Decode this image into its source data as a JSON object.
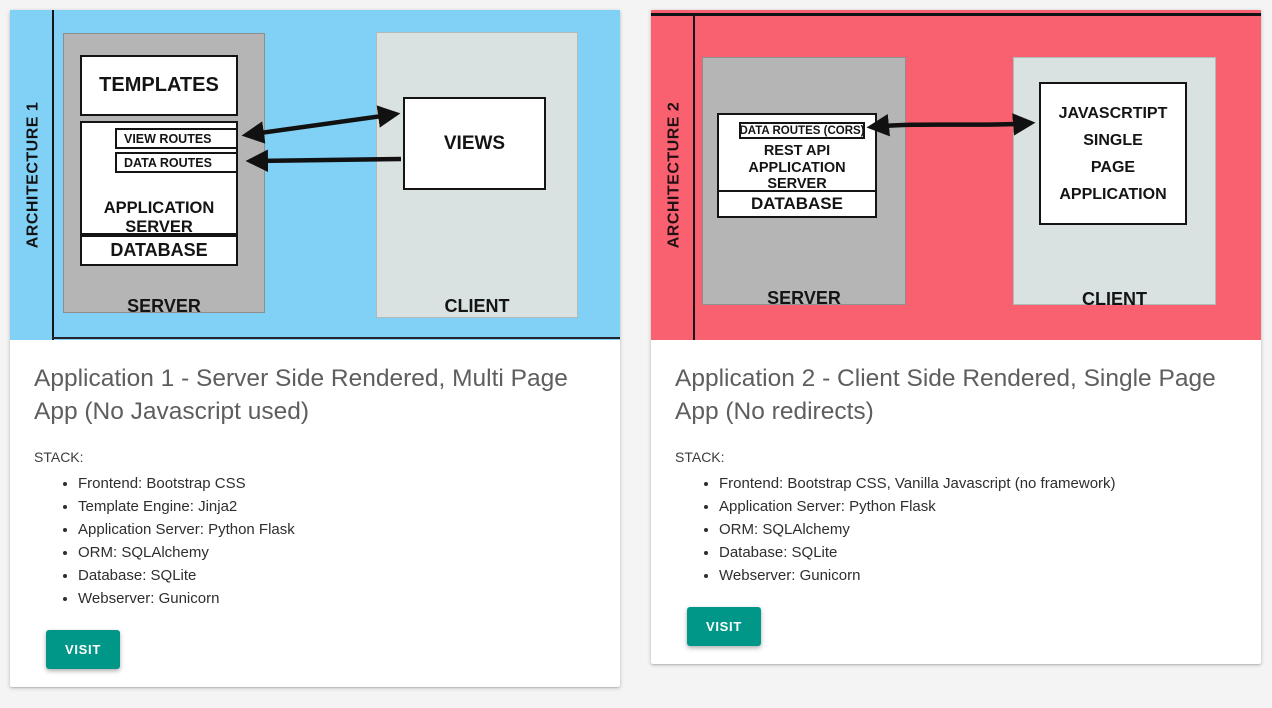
{
  "colors": {
    "page_bg": "#f4f4f4",
    "card_bg": "#ffffff",
    "diagram1_bg": "#80d1f5",
    "diagram2_bg": "#fa6170",
    "server_box_bg": "#b5b5b5",
    "client_box_bg": "#d9e2e0",
    "visit_button_bg": "#009688",
    "title_text": "#5e5e5e"
  },
  "cards": [
    {
      "architecture_label": "ARCHITECTURE 1",
      "diagram": {
        "templates": "TEMPLATES",
        "view_routes": "VIEW ROUTES",
        "data_routes": "DATA ROUTES",
        "application_server": "APPLICATION SERVER",
        "database": "DATABASE",
        "server": "SERVER",
        "views": "VIEWS",
        "client": "CLIENT"
      },
      "title": "Application 1 - Server Side Rendered, Multi Page App (No Javascript used)",
      "stack_label": "STACK:",
      "stack_items": [
        "Frontend: Bootstrap CSS",
        "Template Engine: Jinja2",
        "Application Server: Python Flask",
        "ORM: SQLAlchemy",
        "Database: SQLite",
        "Webserver: Gunicorn"
      ],
      "visit_label": "VISIT"
    },
    {
      "architecture_label": "ARCHITECTURE 2",
      "diagram": {
        "data_routes_cors": "DATA ROUTES (CORS)",
        "rest_api_line1": "REST API",
        "rest_api_line2": "APPLICATION SERVER",
        "database": "DATABASE",
        "server": "SERVER",
        "spa_line1": "JAVASCRTIPT",
        "spa_line2": "SINGLE",
        "spa_line3": "PAGE",
        "spa_line4": "APPLICATION",
        "client": "CLIENT"
      },
      "title": "Application 2 - Client Side Rendered, Single Page App (No redirects)",
      "stack_label": "STACK:",
      "stack_items": [
        "Frontend: Bootstrap CSS, Vanilla Javascript (no framework)",
        "Application Server: Python Flask",
        "ORM: SQLAlchemy",
        "Database: SQLite",
        "Webserver: Gunicorn"
      ],
      "visit_label": "VISIT"
    }
  ]
}
